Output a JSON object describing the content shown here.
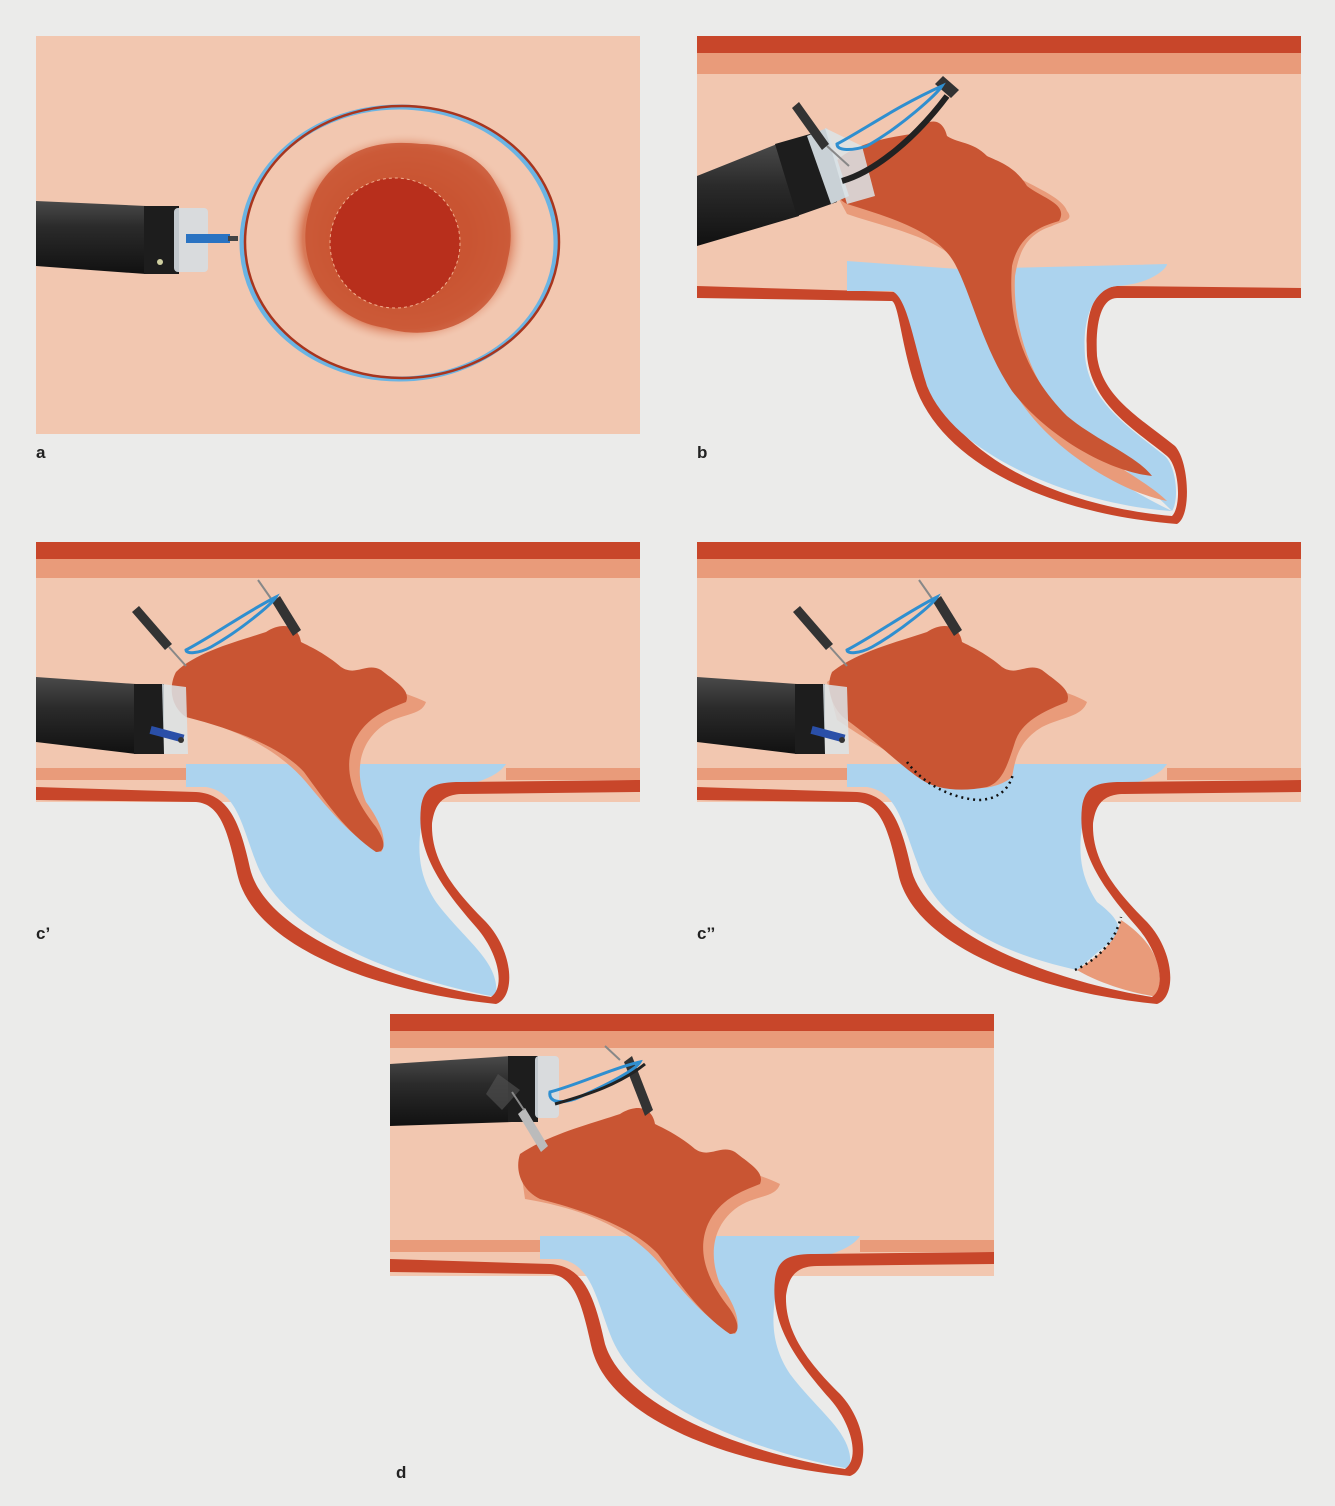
{
  "figure": {
    "background_color": "#ebebea",
    "panels": [
      {
        "id": "a",
        "label": "a"
      },
      {
        "id": "b",
        "label": "b"
      },
      {
        "id": "c1",
        "label": "c’"
      },
      {
        "id": "c2",
        "label": "c’’"
      },
      {
        "id": "d",
        "label": "d"
      }
    ]
  },
  "colors": {
    "mucosa_bg": "#f2c7b0",
    "muscle_wall": "#c8462a",
    "submucosa_band": "#e99b7a",
    "lesion": "#c95533",
    "lesion_core": "#b82f1c",
    "lift_fluid": "#acd3ee",
    "endoscope": "#2b2b2b",
    "cap": "#d6dde2",
    "snare": "#2f8fd0"
  },
  "icons": [
    "endoscope-icon",
    "clip-icon",
    "snare-icon"
  ]
}
